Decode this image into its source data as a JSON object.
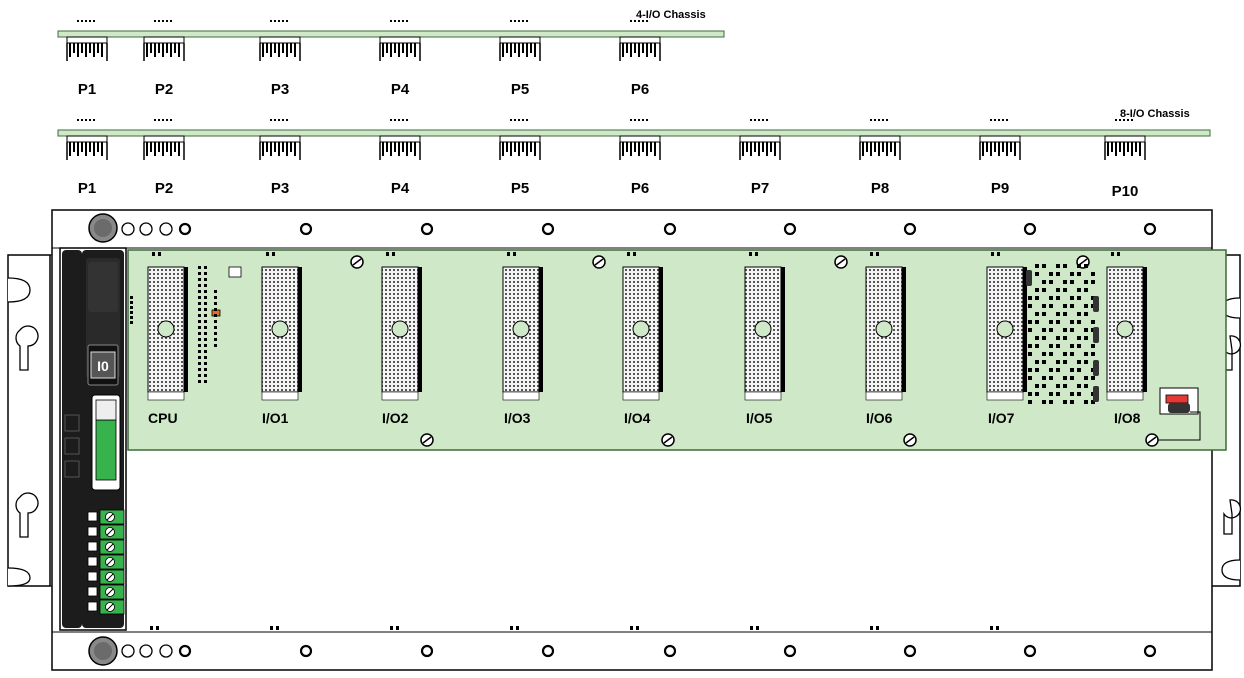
{
  "colors": {
    "board_green": "#cfe9c8",
    "board_stroke": "#3d6b3a",
    "chassis_fill": "#ffffff",
    "connector_fill": "#e8e8e8",
    "module_green": "#37b24d",
    "outline": "#000000"
  },
  "chassis_4": {
    "title": "4-I/O Chassis",
    "connectors": [
      "P1",
      "P2",
      "P3",
      "P4",
      "P5",
      "P6"
    ]
  },
  "chassis_8": {
    "title": "8-I/O Chassis",
    "connectors": [
      "P1",
      "P2",
      "P3",
      "P4",
      "P5",
      "P6",
      "P7",
      "P8",
      "P9",
      "P10"
    ]
  },
  "rack": {
    "slots": [
      "CPU",
      "I/O1",
      "I/O2",
      "I/O3",
      "I/O4",
      "I/O5",
      "I/O6",
      "I/O7",
      "I/O8"
    ]
  },
  "icons": [
    "connector-icon",
    "screw-icon",
    "mounting-hole-icon",
    "keyhole-slot-icon",
    "terminal-block-icon",
    "power-switch-icon",
    "battery-icon"
  ]
}
